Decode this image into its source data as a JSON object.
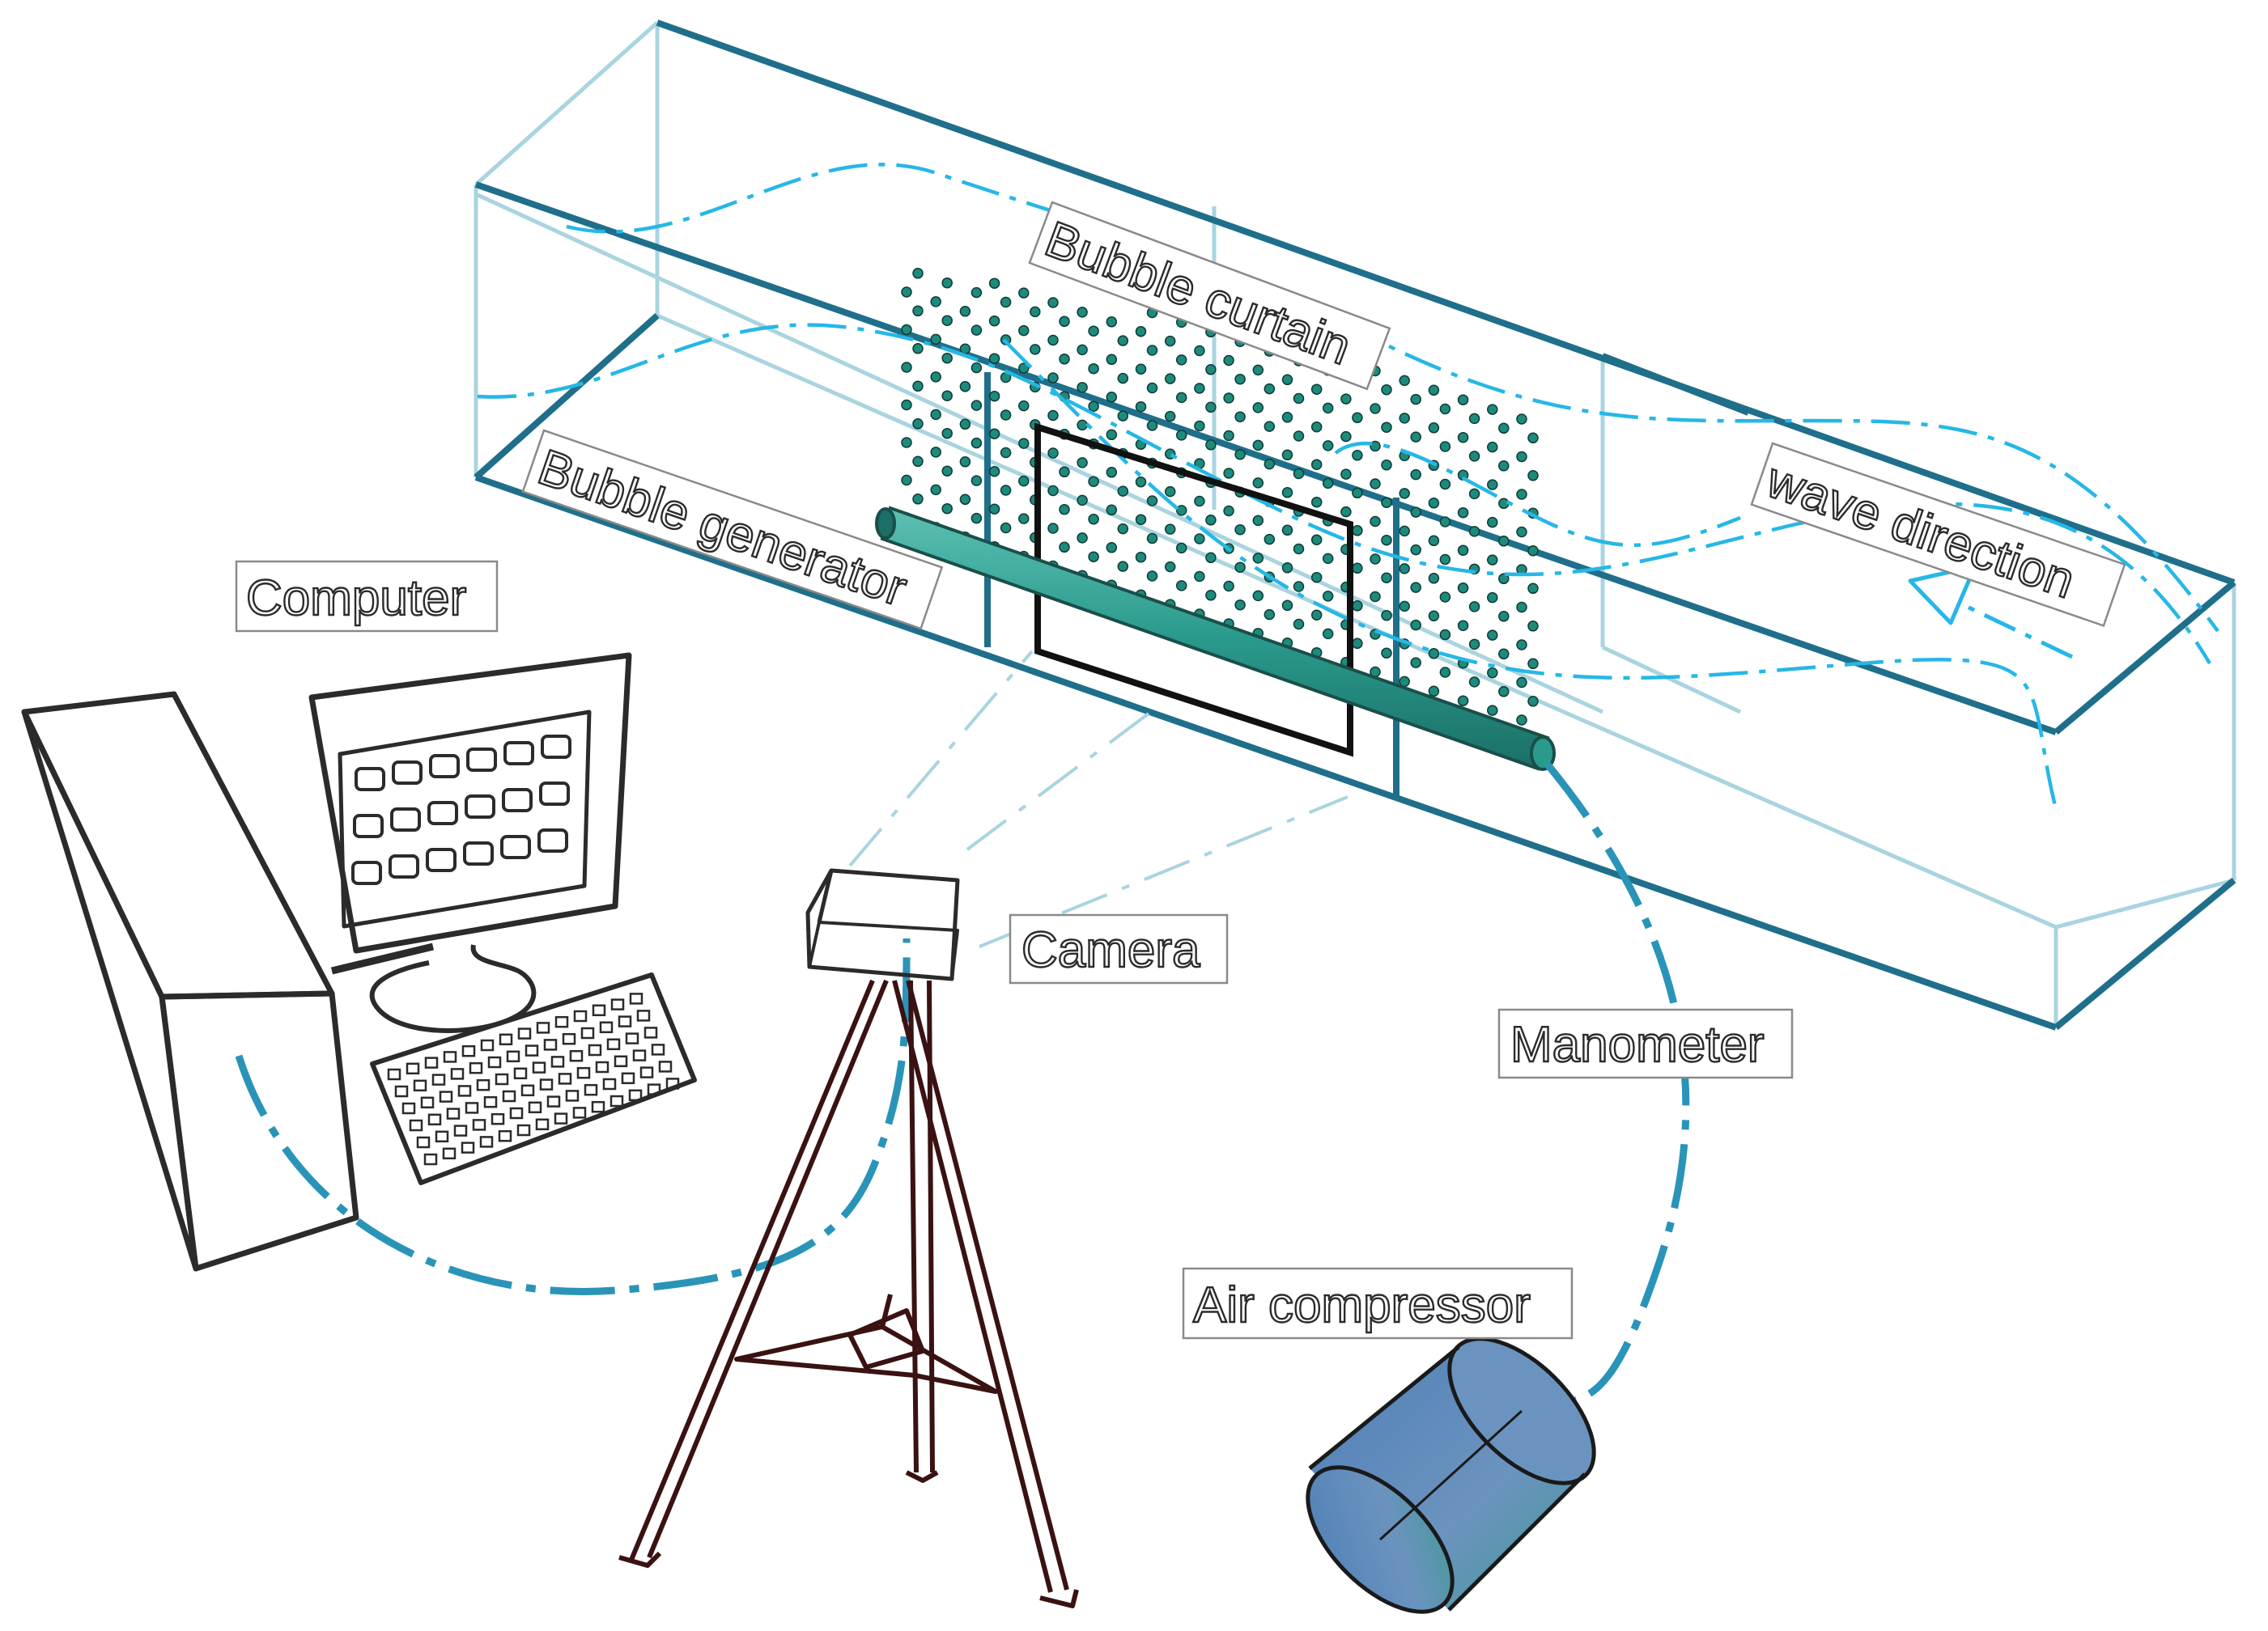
{
  "labels": {
    "bubble_curtain": "Bubble curtain",
    "bubble_generator": "Bubble generator",
    "wave_direction": "wave direction",
    "computer": "Computer",
    "camera": "Camera",
    "manometer": "Manometer",
    "air_compressor": "Air compressor"
  },
  "colors": {
    "tank_edge_dark": "#1f6f8b",
    "tank_edge_light": "#a9d4e0",
    "wave": "#26b7e6",
    "bubble": "#1e8a7c",
    "pipe": "#2a9a8c",
    "cable": "#2a94b8",
    "outline": "#2b2b2b",
    "tripod": "#3a1212",
    "compressor": "#5f8fb8"
  }
}
